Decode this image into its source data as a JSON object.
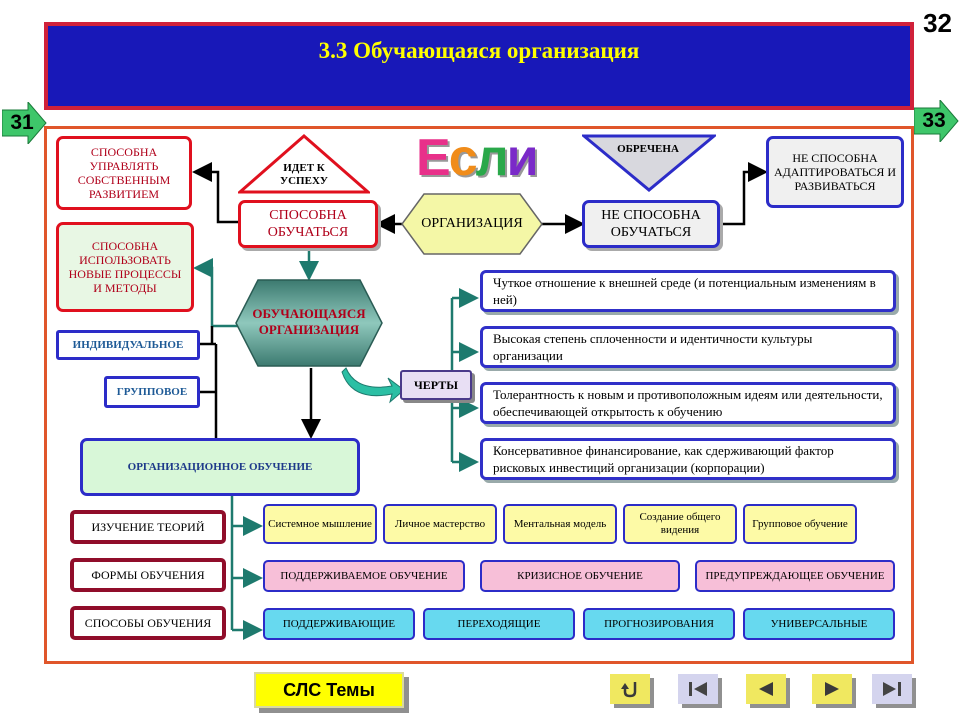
{
  "slide_number": "32",
  "banner": {
    "title": "3.3  Обучающаяся организация"
  },
  "nav": {
    "prev_label": "31",
    "next_label": "33"
  },
  "diagram": {
    "esli": "Если",
    "left_boxes": {
      "manage_development": "СПОСОБНА УПРАВЛЯТЬ СОБСТВЕННЫМ РАЗВИТИЕМ",
      "use_new_methods": "СПОСОБНА ИСПОЛЬЗОВАТЬ НОВЫЕ ПРОЦЕССЫ И МЕТОДЫ"
    },
    "goes_to_success": "ИДЕТ К УСПЕХУ",
    "can_learn": "СПОСОБНА ОБУЧАТЬСЯ",
    "organization": "ОРГАНИЗАЦИЯ",
    "cannot_learn": "НЕ СПОСОБНА ОБУЧАТЬСЯ",
    "doomed": "ОБРЕЧЕНА",
    "cannot_adapt": "НЕ СПОСОБНА АДАПТИРОВАТЬСЯ И РАЗВИВАТЬСЯ",
    "learning_org": "ОБУЧАЮЩАЯСЯ ОРГАНИЗАЦИЯ",
    "individual": "ИНДИВИДУАЛЬНОЕ",
    "group": "ГРУППОВОЕ",
    "traits_label": "ЧЕРТЫ",
    "traits": [
      "Чуткое отношение к внешней среде (и потенциальным изменениям в ней)",
      "Высокая степень сплоченности и идентичности культуры организации",
      "Толерантность к новым и противоположным идеям или деятельности, обеспечивающей открытость к обучению",
      "Консервативное финансирование, как сдерживающий фактор рисковых инвестиций организации (корпорации)"
    ],
    "org_learning": "ОРГАНИЗАЦИОННОЕ ОБУЧЕНИЕ",
    "row_labels": [
      "ИЗУЧЕНИЕ ТЕОРИЙ",
      "ФОРМЫ ОБУЧЕНИЯ",
      "СПОСОБЫ ОБУЧЕНИЯ"
    ],
    "theories": [
      "Системное мышление",
      "Личное мастерство",
      "Ментальная модель",
      "Создание общего видения",
      "Групповое обучение"
    ],
    "forms": [
      "ПОДДЕРЖИВАЕМОЕ ОБУЧЕНИЕ",
      "КРИЗИСНОЕ ОБУЧЕНИЕ",
      "ПРЕДУПРЕЖДАЮЩЕЕ ОБУЧЕНИЕ"
    ],
    "methods": [
      "ПОДДЕРЖИВАЮЩИЕ",
      "ПЕРЕХОДЯЩИЕ",
      "ПРОГНОЗИРОВАНИЯ",
      "УНИВЕРСАЛЬНЫЕ"
    ]
  },
  "footer": {
    "topics_button": "СЛС Темы"
  },
  "colors": {
    "banner_bg": "#1818b8",
    "banner_text": "#ffff00",
    "frame": "#e0562a",
    "connector": "#1e7a6e"
  }
}
